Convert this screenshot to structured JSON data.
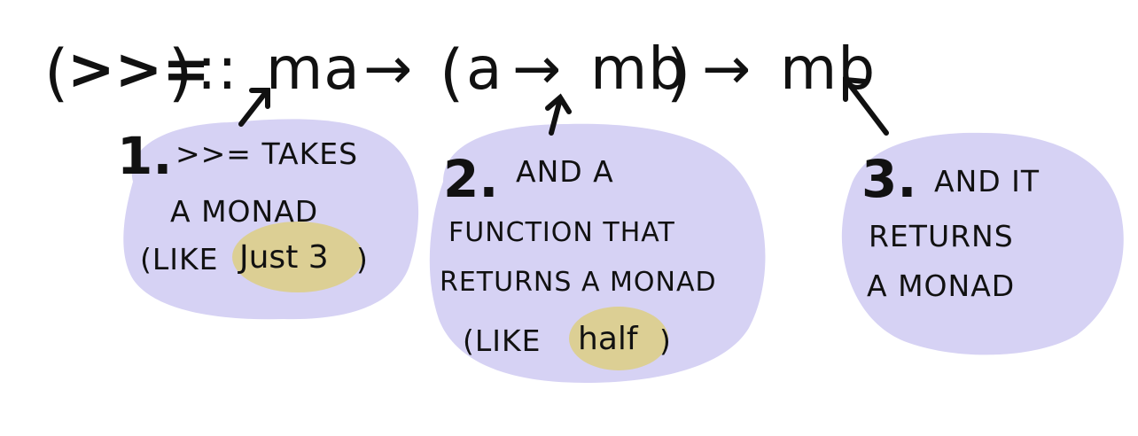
{
  "signature": {
    "open_paren": "(",
    "operator": ">>=",
    "close_paren": ")",
    "double_colon": "::",
    "ma": "ma",
    "arrow1": "→",
    "fn_open": "(",
    "a": "a",
    "arrow2": "→",
    "mb_inner": "mb",
    "fn_close": ")",
    "arrow3": "→",
    "mb": "mb"
  },
  "notes": [
    {
      "number": "1.",
      "lines": [
        ">>= TAKES",
        "A MONAD"
      ],
      "example_prefix": "(LIKE",
      "example_code": "Just 3",
      "example_suffix": ")"
    },
    {
      "number": "2.",
      "lines": [
        "AND A",
        "FUNCTION THAT",
        "RETURNS A MONAD"
      ],
      "example_prefix": "(LIKE",
      "example_code": "half",
      "example_suffix": ")"
    },
    {
      "number": "3.",
      "lines": [
        "AND IT",
        "RETURNS",
        "A MONAD"
      ]
    }
  ],
  "colors": {
    "ink": "#111111",
    "blob": "#d6d2f4",
    "highlight": "#dccf94",
    "background": "#ffffff"
  }
}
